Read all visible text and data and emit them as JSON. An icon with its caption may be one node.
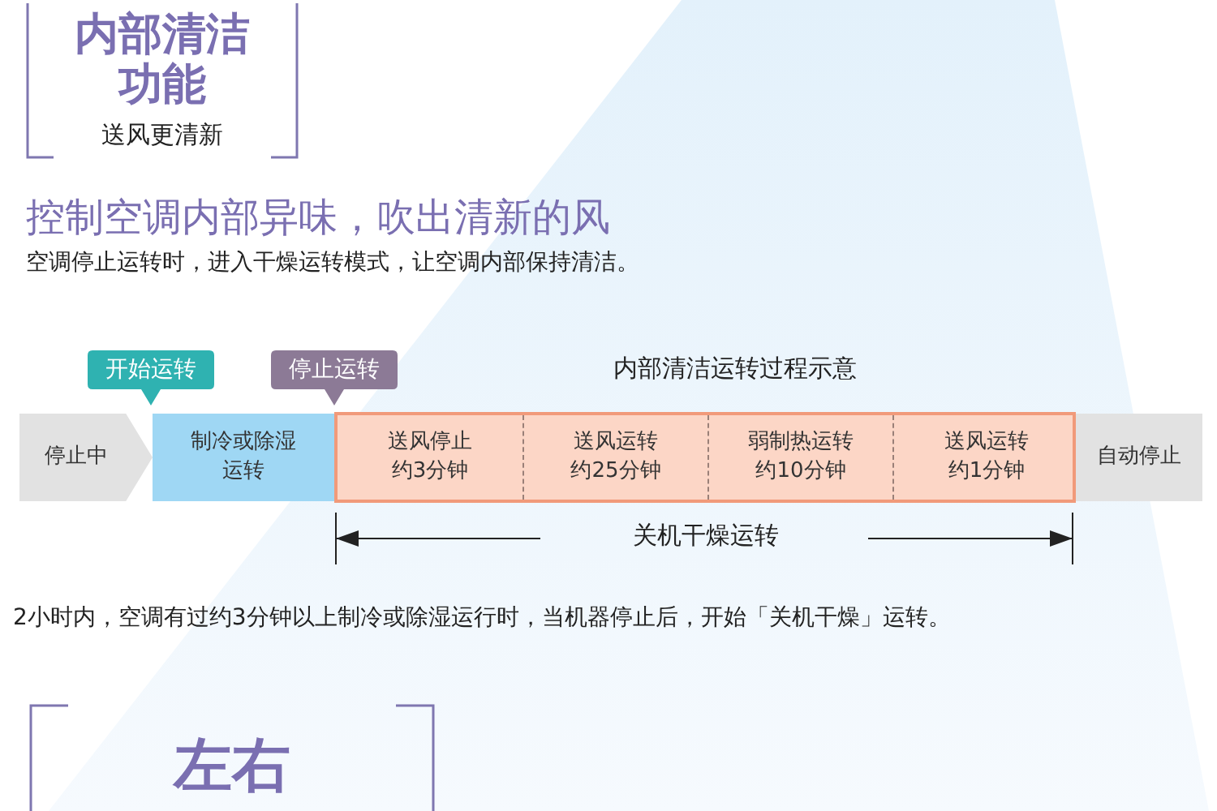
{
  "diagram": {
    "nodes": [
      {
        "text": [
          "内部清洁功能",
          "送风更清新"
        ]
      },
      {
        "text": [
          "开始运转"
        ]
      },
      {
        "text": [
          "停止运转"
        ]
      },
      {
        "text": [
          "停止中"
        ]
      },
      {
        "text": [
          "制冷或除湿运转"
        ]
      },
      {
        "text": [
          "内部清洁运转过程示意"
        ]
      },
      {
        "text": [
          "送风停止",
          "约3分钟"
        ],
        "in": 5
      },
      {
        "text": [
          "送风运转",
          "约25分钟"
        ],
        "in": 5
      },
      {
        "text": [
          "弱制热运转",
          "约10分钟"
        ],
        "in": 5
      },
      {
        "text": [
          "送风运转",
          "约1分钟"
        ],
        "in": 5
      },
      {
        "text": [
          "自动停止"
        ]
      },
      {
        "text": [
          "左右"
        ]
      }
    ],
    "labels": [
      "控制空调内部异味，吹出清新的风",
      "空调停止运转时，进入干燥运转模式，让空调内部保持清洁。",
      "关机干燥运转",
      "2小时内，空调有过约3分钟以上制冷或除湿运行时，当机器停止后，开始「关机干燥」运转。"
    ]
  }
}
